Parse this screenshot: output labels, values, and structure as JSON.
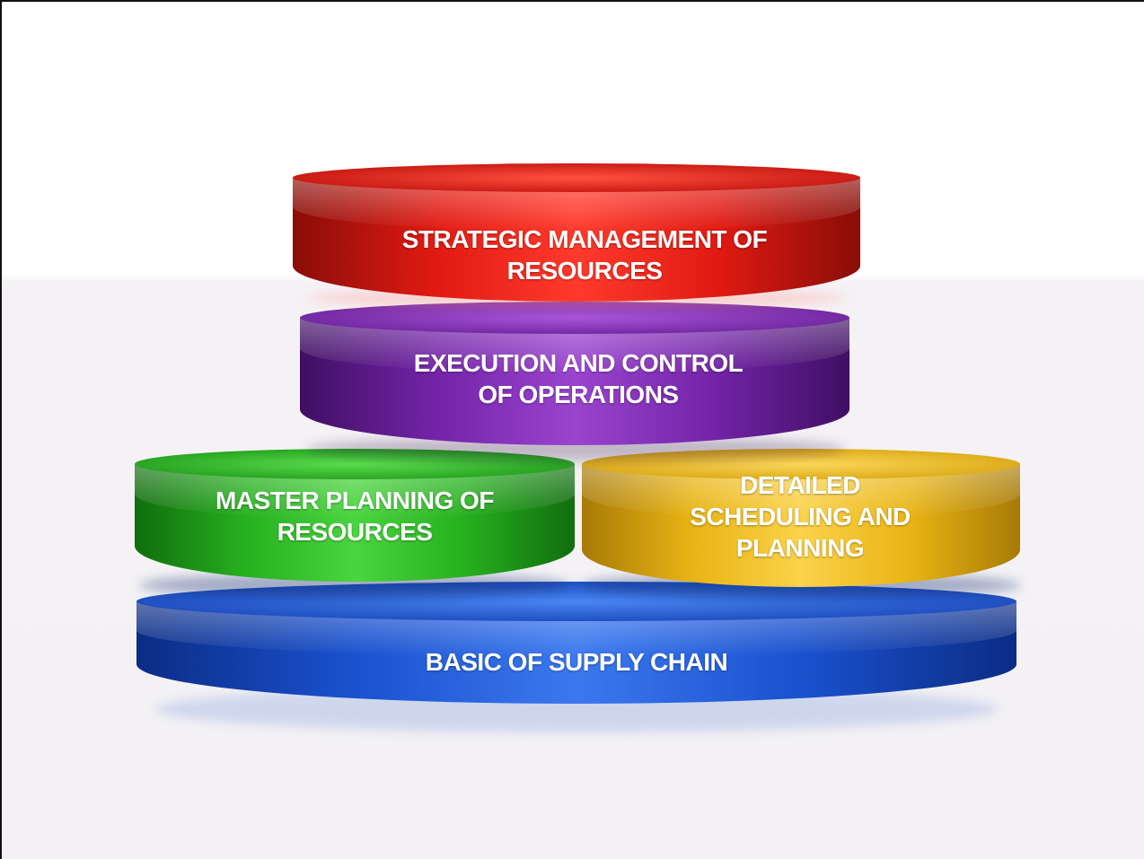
{
  "diagram": {
    "tiers": {
      "strategic": {
        "lines": [
          "STRATEGIC MANAGEMENT OF",
          "RESOURCES"
        ],
        "color": "#e8221b"
      },
      "execution": {
        "lines": [
          "EXECUTION AND CONTROL",
          "OF OPERATIONS"
        ],
        "color": "#7e2ab0"
      },
      "master_planning": {
        "lines": [
          "MASTER PLANNING OF",
          "RESOURCES"
        ],
        "color": "#2bbd22"
      },
      "detailed_scheduling": {
        "lines": [
          "DETAILED",
          "SCHEDULING AND",
          "PLANNING"
        ],
        "color": "#efc11f"
      },
      "basic": {
        "lines": [
          "BASIC OF SUPPLY CHAIN"
        ],
        "color": "#1f5bd8"
      }
    }
  }
}
